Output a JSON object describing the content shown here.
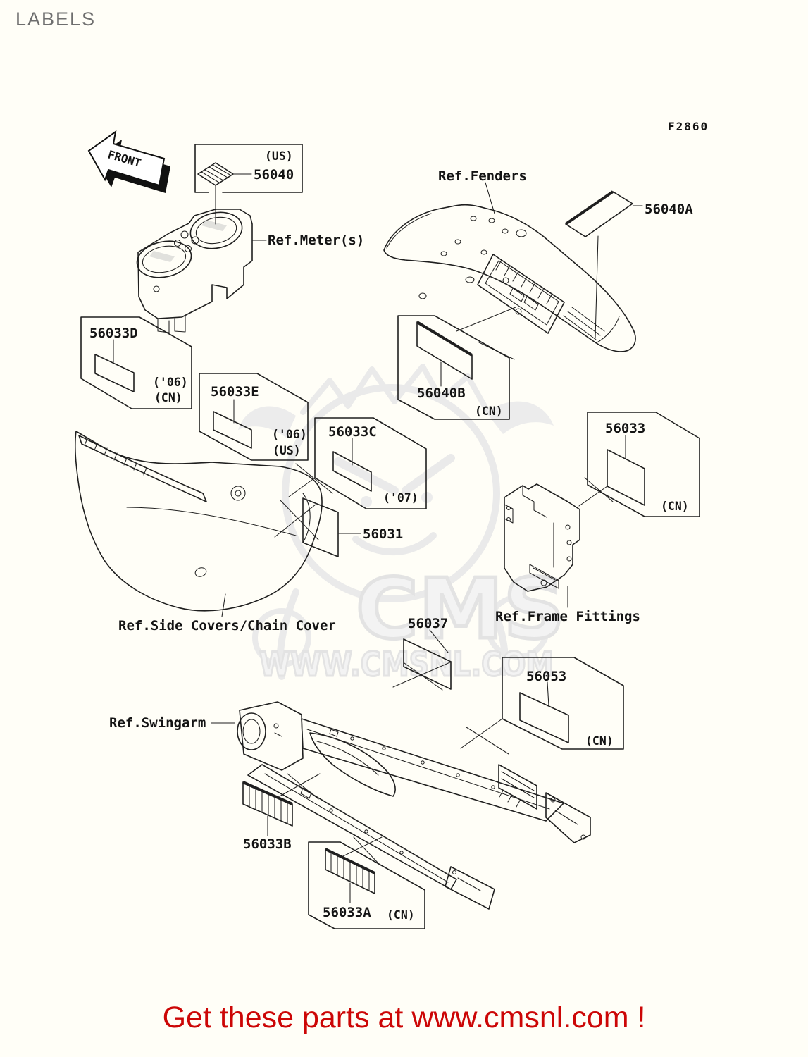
{
  "page": {
    "title": "LABELS",
    "background": "#fffef7",
    "title_color": "#6e6e6e",
    "line_color": "#1f1f1f"
  },
  "diagram": {
    "code": "F2860",
    "front_label": "FRONT",
    "watermark": {
      "brand": "CMS",
      "url": "WWW.CMSNL.COM",
      "color": "#eaeaea"
    },
    "refs": {
      "meter": "Ref.Meter(s)",
      "fenders": "Ref.Fenders",
      "side_covers": "Ref.Side Covers/Chain Cover",
      "frame_fittings": "Ref.Frame Fittings",
      "swingarm": "Ref.Swingarm"
    },
    "parts": {
      "p56040": {
        "number": "56040",
        "note1": "(US)"
      },
      "p56040A": {
        "number": "56040A"
      },
      "p56040B": {
        "number": "56040B",
        "note1": "(CN)"
      },
      "p56033D": {
        "number": "56033D",
        "note1": "('06)",
        "note2": "(CN)"
      },
      "p56033E": {
        "number": "56033E",
        "note1": "('06)",
        "note2": "(US)"
      },
      "p56033C": {
        "number": "56033C",
        "note1": "('07)"
      },
      "p56031": {
        "number": "56031"
      },
      "p56033": {
        "number": "56033",
        "note1": "(CN)"
      },
      "p56037": {
        "number": "56037"
      },
      "p56053": {
        "number": "56053",
        "note1": "(CN)"
      },
      "p56033B": {
        "number": "56033B"
      },
      "p56033A": {
        "number": "56033A",
        "note1": "(CN)"
      }
    }
  },
  "footer": {
    "text": "Get these parts at www.cmsnl.com !",
    "color": "#cc0606"
  }
}
